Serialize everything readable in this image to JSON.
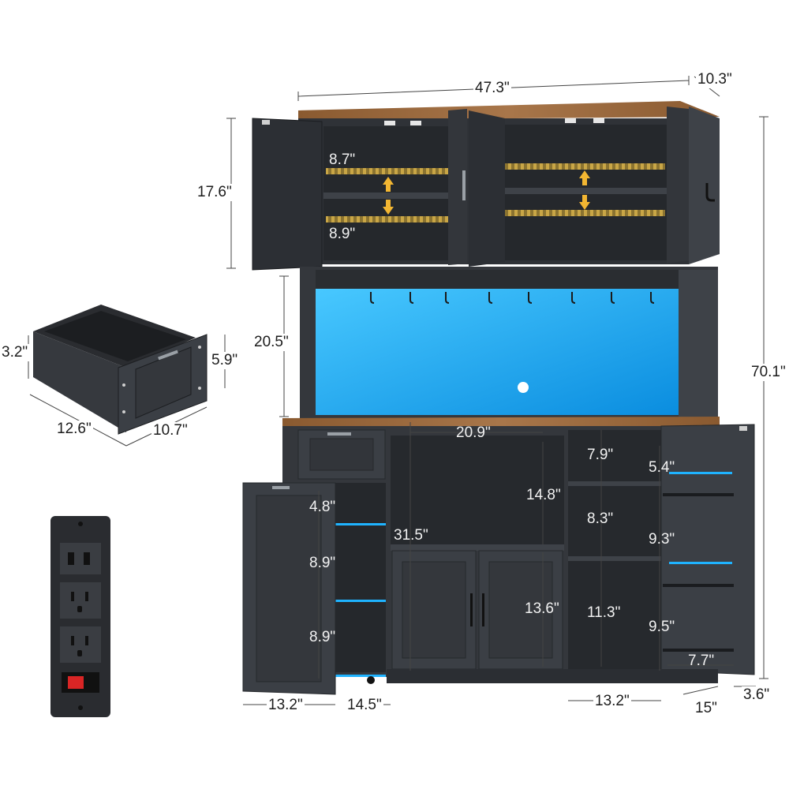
{
  "colors": {
    "body": "#3b3f45",
    "body_dark": "#2b2e33",
    "wood": "#9a6a3e",
    "led": "#1fb3ff",
    "shelf_stripe": "#c9a646",
    "arrow": "#f2b632",
    "outlet_panel": "#2a2c30",
    "switch": "#d92525"
  },
  "dimensions": {
    "total_width": "47.3\"",
    "total_depth": "10.3\"",
    "top_cabinet_height": "17.6\"",
    "top_shelf_gap_upper": "8.7\"",
    "top_shelf_gap_lower": "8.9\"",
    "hutch_height": "20.5\"",
    "total_height": "70.1\"",
    "drawer_height_inner": "3.2\"",
    "drawer_height_outer": "5.9\"",
    "drawer_width": "12.6\"",
    "drawer_depth": "10.7\"",
    "center_opening_width": "20.9\"",
    "center_upper_height": "14.8\"",
    "center_lower_height": "13.6\"",
    "base_height": "31.5\"",
    "left_door_shelf_1": "4.8\"",
    "left_door_shelf_2": "8.9\"",
    "left_door_shelf_3": "8.9\"",
    "right_shelf_1": "7.9\"",
    "right_shelf_2": "8.3\"",
    "right_shelf_3": "11.3\"",
    "right_door_shelf_1": "5.4\"",
    "right_door_shelf_2": "9.3\"",
    "right_door_shelf_3": "9.5\"",
    "right_door_width": "7.7\"",
    "left_door_width": "13.2\"",
    "left_cabinet_width": "14.5\"",
    "right_cabinet_width": "13.2\"",
    "base_depth": "15\"",
    "door_depth": "3.6\""
  },
  "icons": {
    "usb": "usb-port-icon",
    "outlet": "ac-outlet-icon",
    "switch": "power-switch-icon",
    "screw": "screw-icon",
    "arrow_up": "arrow-up-icon",
    "arrow_down": "arrow-down-icon"
  }
}
